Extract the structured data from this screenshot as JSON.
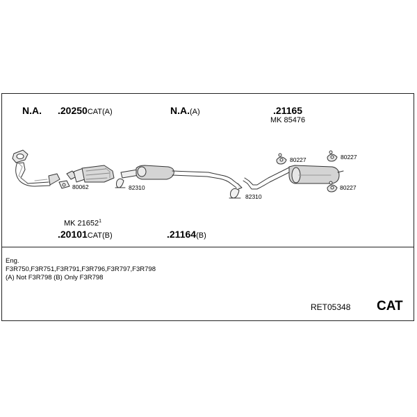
{
  "labels": {
    "na1": "N.A.",
    "p20250": ".20250",
    "p20250_suffix": "CAT(A)",
    "na2": "N.A.",
    "na2_suffix": "(A)",
    "p21165": ".21165",
    "mk85476": "MK 85476",
    "mk21652": "MK 21652",
    "mk21652_sup": "1",
    "p20101": ".20101",
    "p20101_suffix": "CAT(B)",
    "p21164": ".21164",
    "p21164_suffix": "(B)"
  },
  "small_parts": {
    "p80062": "80062",
    "p82310a": "82310",
    "p82310b": "82310",
    "p80227a": "80227",
    "p80227b": "80227",
    "p80227c": "80227"
  },
  "notes": {
    "line1": "Eng.",
    "line2": "F3R750,F3R751,F3R791,F3R796,F3R797,F3R798",
    "line3": "(A) Not F3R798 (B) Only F3R798"
  },
  "footer": {
    "code": "RET05348",
    "cat": "CAT"
  }
}
